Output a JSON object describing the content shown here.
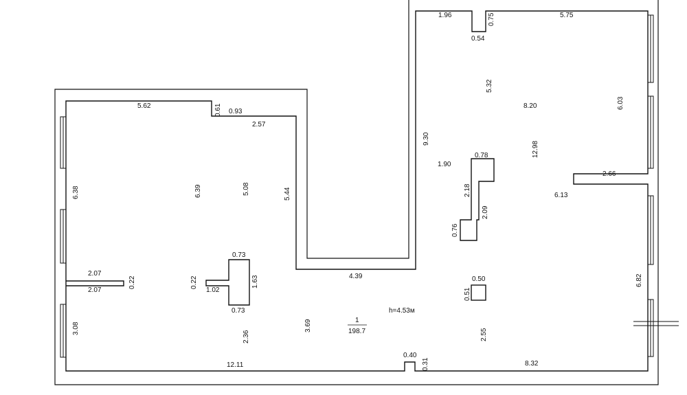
{
  "plan": {
    "room_number": "1",
    "room_area": "198.7",
    "ceiling_height": "h=4.53м",
    "dimensions": {
      "d_1_96": "1.96",
      "d_0_75": "0.75",
      "d_5_75": "5.75",
      "d_0_54": "0.54",
      "d_5_32": "5.32",
      "d_8_20": "8.20",
      "d_6_03": "6.03",
      "d_5_62": "5.62",
      "d_0_61": "0.61",
      "d_0_93": "0.93",
      "d_2_57": "2.57",
      "d_9_30": "9.30",
      "d_0_78": "0.78",
      "d_12_98": "12.98",
      "d_1_90": "1.90",
      "d_6_38": "6.38",
      "d_6_39": "6.39",
      "d_5_08": "5.08",
      "d_5_44": "5.44",
      "d_2_18": "2.18",
      "d_2_66": "2.66",
      "d_6_13": "6.13",
      "d_2_09": "2.09",
      "d_0_76": "0.76",
      "d_0_73_top": "0.73",
      "d_2_07_top": "2.07",
      "d_2_07_bottom": "2.07",
      "d_0_22_right": "0.22",
      "d_0_22_left": "0.22",
      "d_1_02": "1.02",
      "d_1_63": "1.63",
      "d_4_39": "4.39",
      "d_0_50": "0.50",
      "d_0_51": "0.51",
      "d_6_82": "6.82",
      "d_0_73_bottom": "0.73",
      "d_3_08": "3.08",
      "d_3_69": "3.69",
      "d_2_36": "2.36",
      "d_2_55": "2.55",
      "d_0_40": "0.40",
      "d_0_31": "0.31",
      "d_12_11": "12.11",
      "d_8_32": "8.32"
    }
  }
}
